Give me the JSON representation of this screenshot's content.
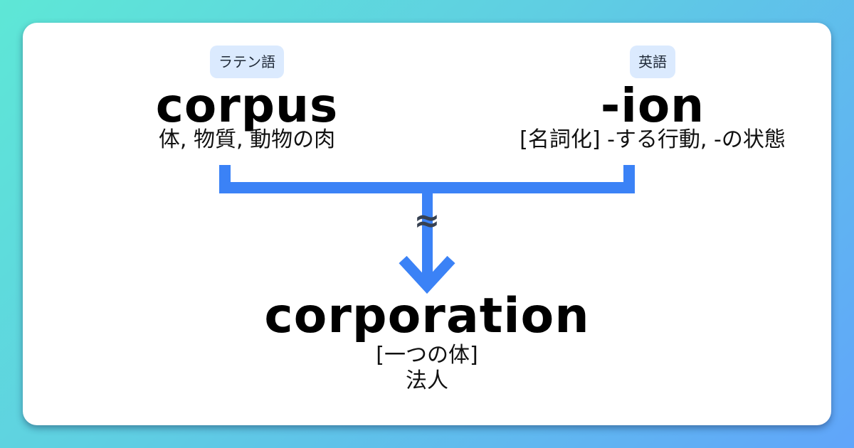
{
  "etymology": {
    "source_left": {
      "language": "ラテン語",
      "word": "corpus",
      "meaning": "体, 物質, 動物の肉"
    },
    "source_right": {
      "language": "英語",
      "word": "-ion",
      "meaning": "[名詞化] -する行動, -の状態"
    },
    "relation_symbol": "≈",
    "result": {
      "word": "corporation",
      "literal": "[一つの体]",
      "meaning": "法人"
    }
  },
  "colors": {
    "connector": "#3b82f6",
    "badge_bg": "#dbeafe",
    "symbol": "#374151",
    "bg_gradient_start": "#5ee7d6",
    "bg_gradient_end": "#60a5fa"
  }
}
